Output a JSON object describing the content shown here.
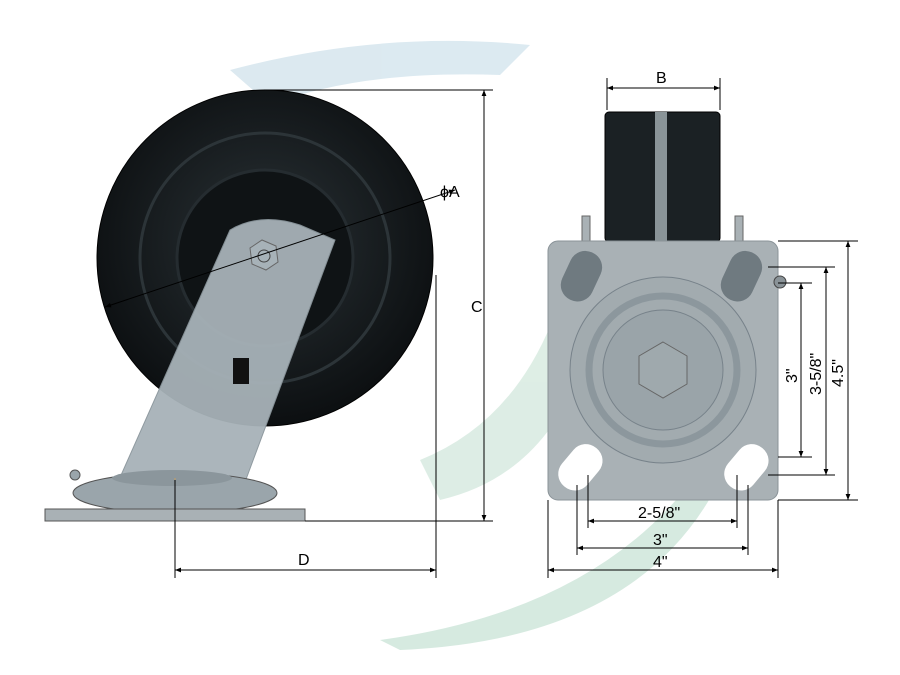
{
  "colors": {
    "wheel": "#151a1d",
    "metal": "#a9b1b5",
    "watermark_blue": "#c9dbe6",
    "watermark_green": "#cfe6da",
    "centerline": "#c8a060"
  },
  "side_view": {
    "diameter_label": "ϕA",
    "height_label": "C",
    "offset_label": "D"
  },
  "front_view": {
    "stem_width_label": "B",
    "bolt_spacing_inner_label": "2-5/8\"",
    "bolt_spacing_outer_label": "3\"",
    "plate_width_label": "4\"",
    "vertical_slot_inner_label": "3\"",
    "vertical_slot_outer_label": "3-5/8\"",
    "plate_length_label": "4.5\""
  }
}
